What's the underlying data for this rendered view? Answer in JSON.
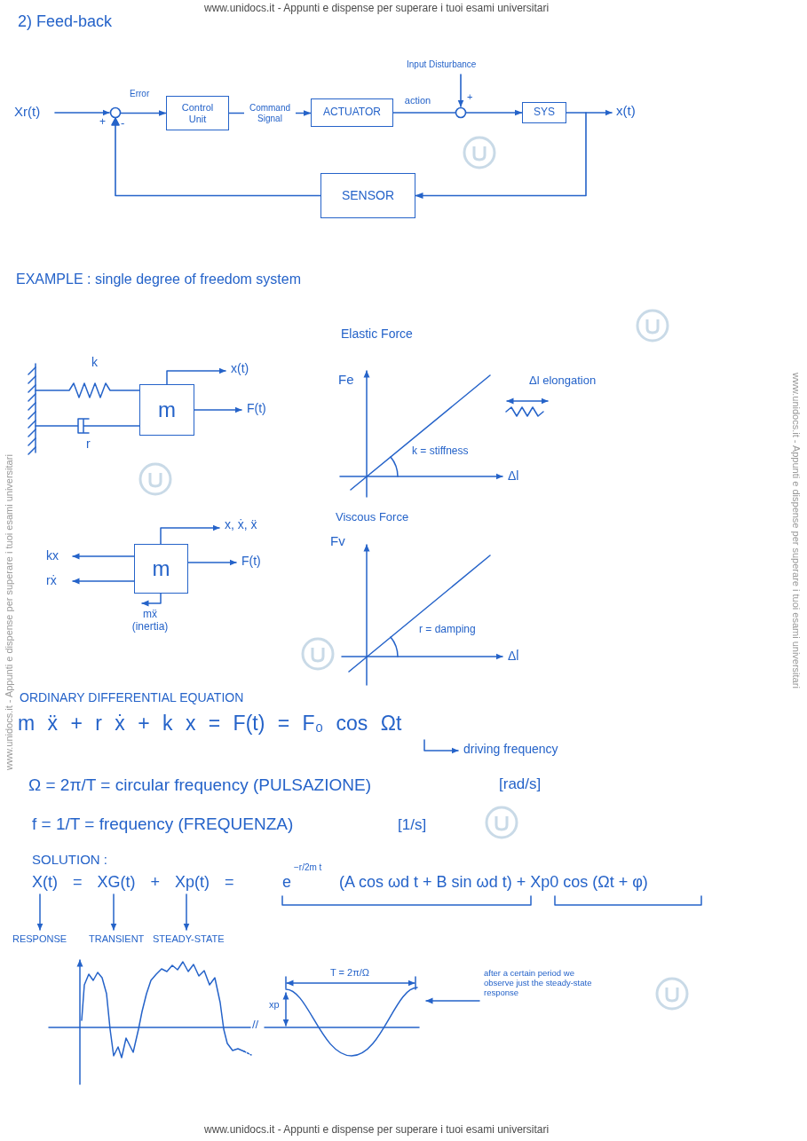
{
  "diagram": {
    "title": "2) Feed-back",
    "nodes": [
      {
        "text": [
          "Control Unit"
        ]
      },
      {
        "text": [
          "ACTUATOR"
        ]
      },
      {
        "text": [
          "SYS"
        ]
      },
      {
        "text": [
          "SENSOR"
        ]
      },
      {
        "text": [
          "m"
        ]
      },
      {
        "text": [
          "m"
        ]
      }
    ],
    "edges": [
      {
        "from": 0,
        "to": 1,
        "arrow": "to",
        "label": "Command Signal"
      },
      {
        "from": 1,
        "to": 2,
        "arrow": "to",
        "label": "action"
      },
      {
        "from": 2,
        "to": 3,
        "arrow": "to"
      },
      {
        "from": 3,
        "to": 0,
        "arrow": "to"
      }
    ],
    "labels": [
      "www.unidocs.it - Appunti e dispense per superare i tuoi esami universitari",
      "Xr(t)",
      "+",
      "-",
      "Error",
      "Input Disturbance",
      "+",
      "x(t)",
      "EXAMPLE : single degree of freedom system",
      "k",
      "r",
      "x(t)",
      "F(t)",
      "Elastic Force",
      "Fe",
      "Δl elongation",
      "k = stiffness",
      "Δl",
      "Viscous Force",
      "Fv",
      "r = damping",
      "Δl̇",
      "x, ẋ, ẍ",
      "kx",
      "rẋ",
      "F(t)",
      "mẍ (inertia)",
      "ORDINARY DIFFERENTIAL EQUATION",
      "m ẍ + r ẋ + k x = F(t) = F₀ cos Ωt",
      "driving frequency",
      "Ω = 2π/T = circular frequency (PULSAZIONE)",
      "[rad/s]",
      "f = 1/T = frequency (FREQUENZA)",
      "[1/s]",
      "SOLUTION :",
      "X(t) = XG(t) + Xp(t) =",
      "e",
      "−r/2m t",
      "(A cos ωd t + B sin ωd t) + Xp0 cos (Ωt + φ)",
      "RESPONSE",
      "TRANSIENT",
      "STEADY-STATE",
      "T = 2π/Ω",
      "xp",
      "//",
      "after a certain period we observe just the steady-state response",
      "www.unidocs.it - Appunti e dispense per superare i tuoi esami universitari",
      "www.unidocs.it - Appunti e dispense per superare i tuoi esami universitari",
      "www.unidocs.it - Appunti e dispense per superare i tuoi esami universitari"
    ]
  }
}
